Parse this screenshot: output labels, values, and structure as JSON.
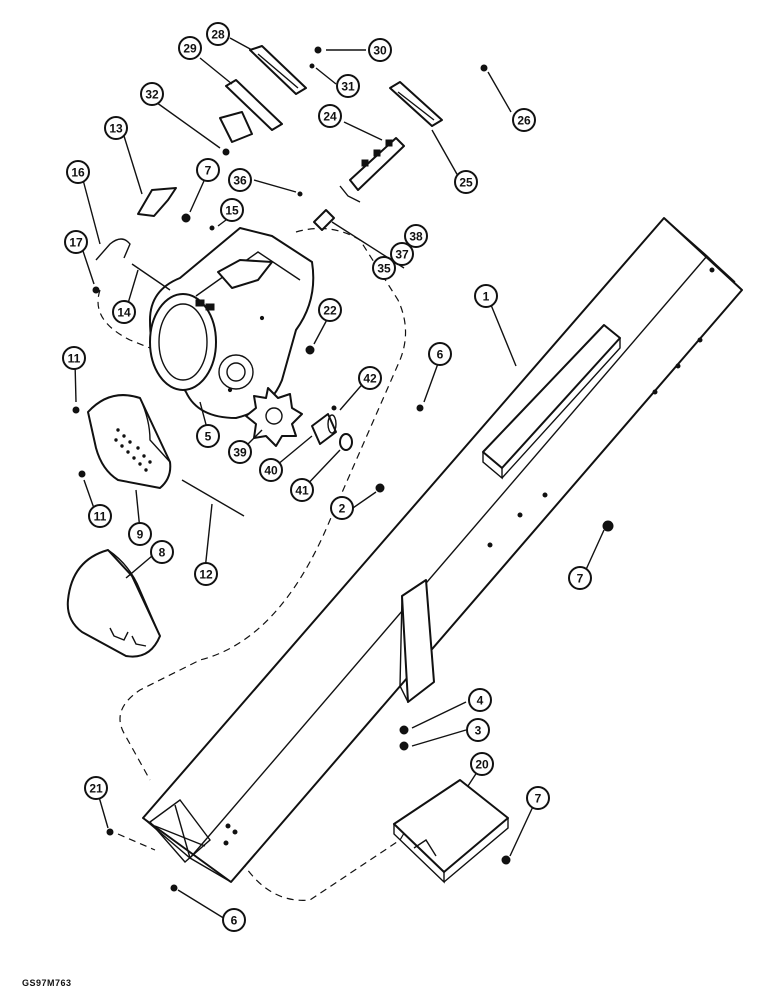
{
  "drawing_code": "GS97M763",
  "callouts": [
    {
      "id": "c28",
      "label": "28"
    },
    {
      "id": "c30",
      "label": "30"
    },
    {
      "id": "c29",
      "label": "29"
    },
    {
      "id": "c31",
      "label": "31"
    },
    {
      "id": "c26",
      "label": "26"
    },
    {
      "id": "c32",
      "label": "32"
    },
    {
      "id": "c24",
      "label": "24"
    },
    {
      "id": "c13",
      "label": "13"
    },
    {
      "id": "c25",
      "label": "25"
    },
    {
      "id": "c16",
      "label": "16"
    },
    {
      "id": "c7a",
      "label": "7"
    },
    {
      "id": "c36",
      "label": "36"
    },
    {
      "id": "c15",
      "label": "15"
    },
    {
      "id": "c38",
      "label": "38"
    },
    {
      "id": "c37",
      "label": "37"
    },
    {
      "id": "c35",
      "label": "35"
    },
    {
      "id": "c17",
      "label": "17"
    },
    {
      "id": "c14",
      "label": "14"
    },
    {
      "id": "c1",
      "label": "1"
    },
    {
      "id": "c22",
      "label": "22"
    },
    {
      "id": "c11a",
      "label": "11"
    },
    {
      "id": "c6a",
      "label": "6"
    },
    {
      "id": "c42",
      "label": "42"
    },
    {
      "id": "c5",
      "label": "5"
    },
    {
      "id": "c39",
      "label": "39"
    },
    {
      "id": "c40",
      "label": "40"
    },
    {
      "id": "c41",
      "label": "41"
    },
    {
      "id": "c11b",
      "label": "11"
    },
    {
      "id": "c2",
      "label": "2"
    },
    {
      "id": "c9",
      "label": "9"
    },
    {
      "id": "c12",
      "label": "12"
    },
    {
      "id": "c7b",
      "label": "7"
    },
    {
      "id": "c8",
      "label": "8"
    },
    {
      "id": "c4",
      "label": "4"
    },
    {
      "id": "c3",
      "label": "3"
    },
    {
      "id": "c20",
      "label": "20"
    },
    {
      "id": "c21",
      "label": "21"
    },
    {
      "id": "c7c",
      "label": "7"
    },
    {
      "id": "c6b",
      "label": "6"
    }
  ]
}
